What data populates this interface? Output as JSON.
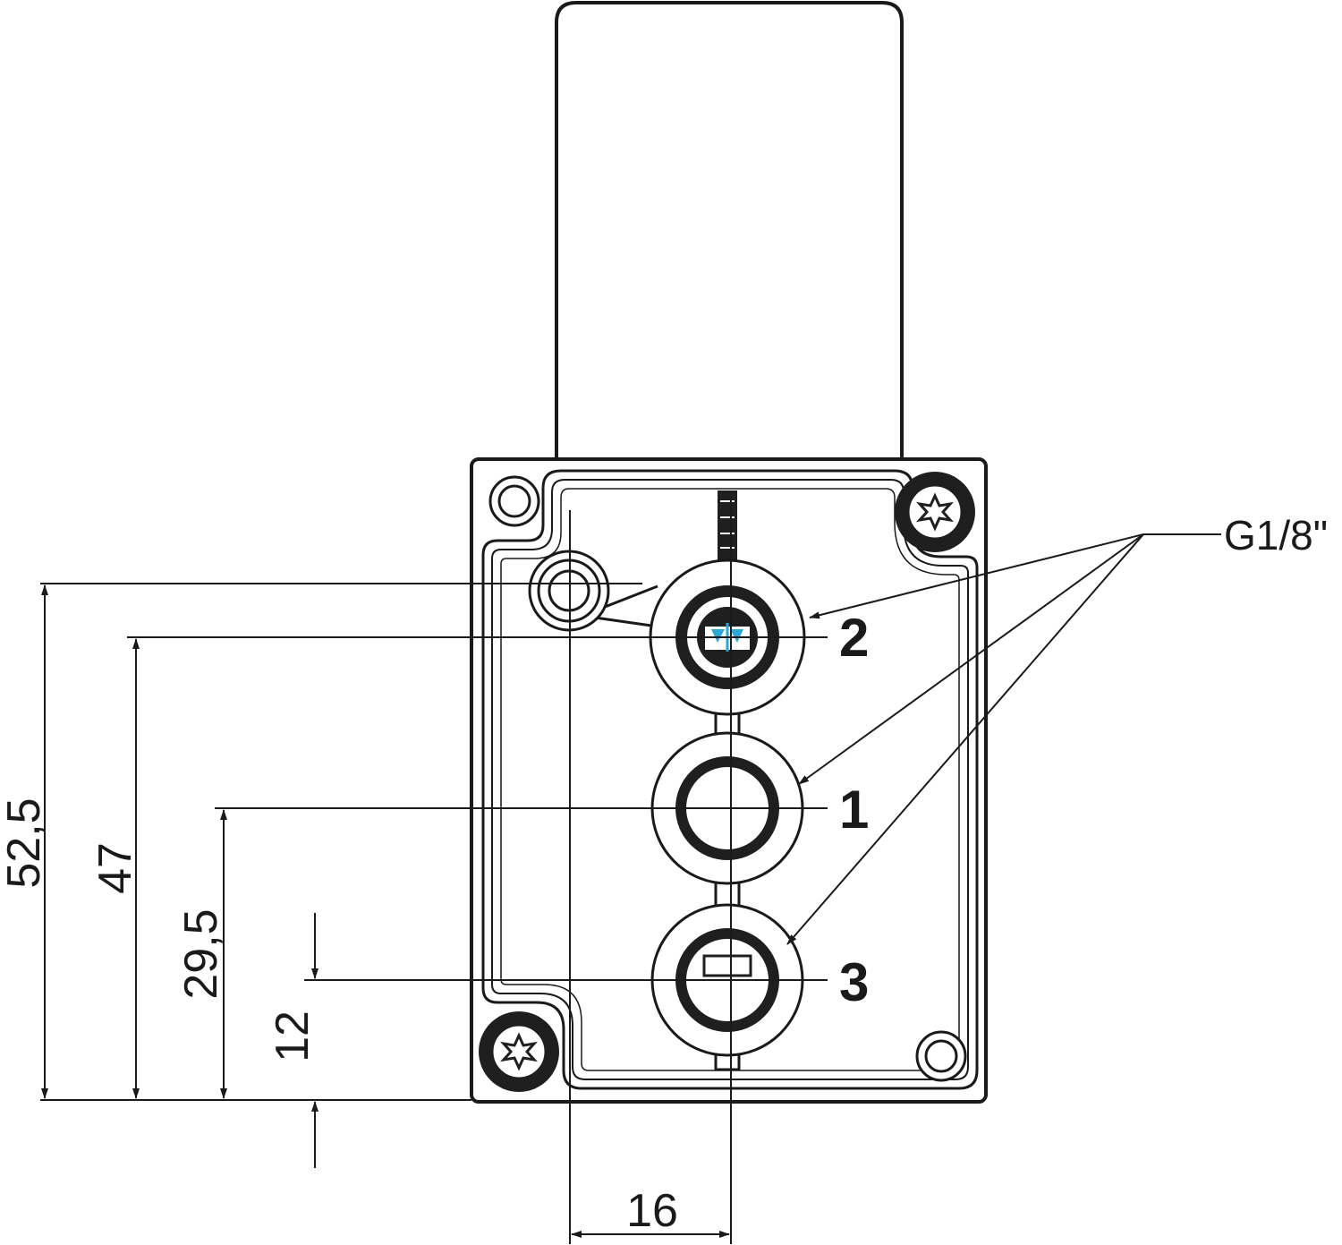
{
  "thread_label": "G1/8\"",
  "ports": {
    "port_2": "2",
    "port_1": "1",
    "port_3": "3"
  },
  "dimensions": {
    "d_52_5": "52,5",
    "d_47": "47",
    "d_29_5": "29,5",
    "d_12": "12",
    "d_16": "16"
  },
  "colors": {
    "line": "#1a1a1a",
    "fill_dark": "#1f1f1f",
    "background": "#ffffff",
    "sensor_accent": "#29a8d8"
  }
}
